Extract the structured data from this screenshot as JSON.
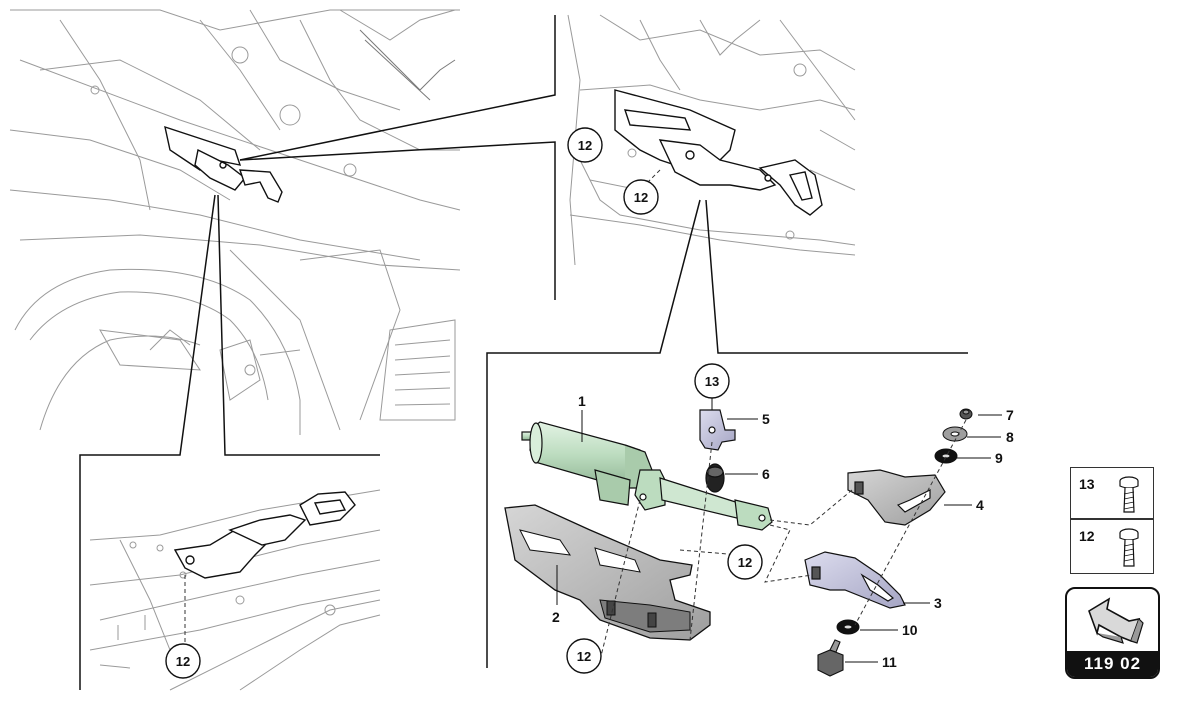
{
  "parts": [
    {
      "num": "1"
    },
    {
      "num": "2"
    },
    {
      "num": "3"
    },
    {
      "num": "4"
    },
    {
      "num": "5"
    },
    {
      "num": "6"
    },
    {
      "num": "7"
    },
    {
      "num": "8"
    },
    {
      "num": "9"
    },
    {
      "num": "10"
    },
    {
      "num": "11"
    }
  ],
  "ref_circles": [
    "12",
    "12",
    "12",
    "12",
    "12",
    "13"
  ],
  "legend": [
    {
      "num": "13",
      "icon": "screw-icon"
    },
    {
      "num": "12",
      "icon": "screw-icon"
    }
  ],
  "page_badge": {
    "number": "119 02",
    "icon": "arrow-icon"
  },
  "colors": {
    "line": "#222222",
    "sketch": "#9a9a9a",
    "cylinder": "#c8e6c9",
    "bracket": "#c7c7dc",
    "plate": "#bdbdbd",
    "washer": "#111111"
  }
}
